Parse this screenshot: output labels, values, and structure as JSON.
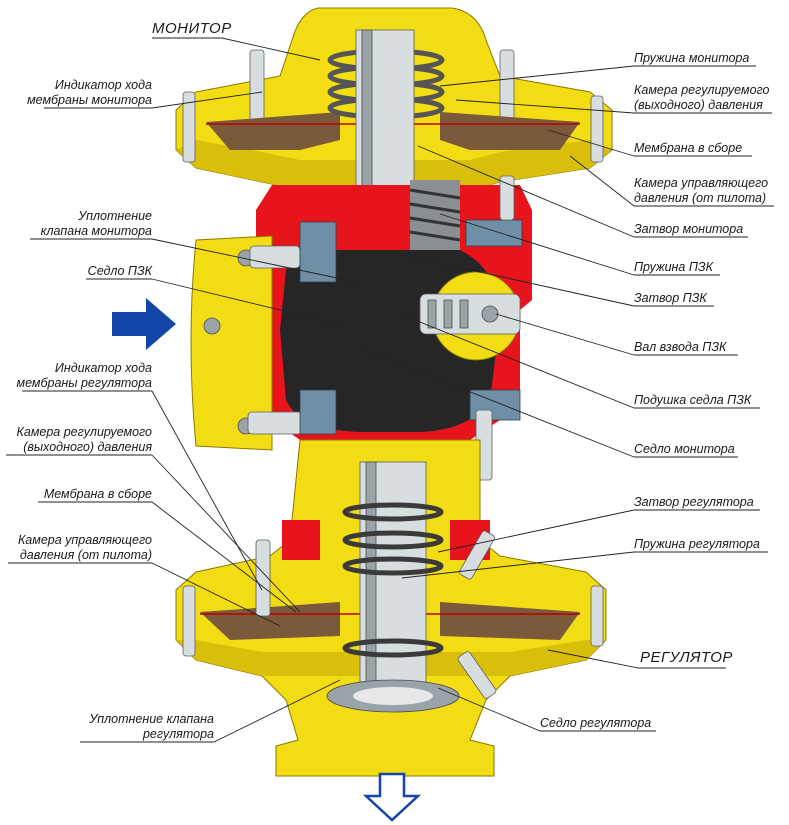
{
  "titles": {
    "monitor": "МОНИТОР",
    "regulator": "РЕГУЛЯТОР"
  },
  "labels_left": {
    "monitor_diaphragm_indicator_1": "Индикатор хода",
    "monitor_diaphragm_indicator_2": "мембраны монитора",
    "monitor_valve_seal_1": "Уплотнение",
    "monitor_valve_seal_2": "клапана монитора",
    "pzk_seat": "Седло ПЗК",
    "regulator_diaphragm_indicator_1": "Индикатор хода",
    "regulator_diaphragm_indicator_2": "мембраны регулятора",
    "regulated_pressure_chamber_1": "Камера регулируемого",
    "regulated_pressure_chamber_2": "(выходного) давления",
    "diaphragm_assembly": "Мембрана в сборе",
    "control_pressure_chamber_1": "Камера управляющего",
    "control_pressure_chamber_2": "давления (от пилота)",
    "regulator_valve_seal_1": "Уплотнение клапана",
    "regulator_valve_seal_2": "регулятора"
  },
  "labels_right": {
    "monitor_spring": "Пружина монитора",
    "regulated_pressure_chamber_1": "Камера регулируемого",
    "regulated_pressure_chamber_2": "(выходного) давления",
    "diaphragm_assembly": "Мембрана в сборе",
    "control_pressure_chamber_1": "Камера управляющего",
    "control_pressure_chamber_2": "давления (от пилота)",
    "monitor_shutter": "Затвор монитора",
    "pzk_spring": "Пружина ПЗК",
    "pzk_shutter": "Затвор ПЗК",
    "pzk_cocking_shaft": "Вал взвода ПЗК",
    "pzk_seat_cushion": "Подушка седла ПЗК",
    "monitor_seat": "Седло монитора",
    "regulator_shutter": "Затвор регулятора",
    "regulator_spring": "Пружина регулятора",
    "regulator_seat": "Седло регулятора"
  },
  "colors": {
    "body_yellow": "#f2dc14",
    "cut_red": "#e8141c",
    "inlet_arrow": "#1346a8",
    "outlet_arrow": "#1346a8"
  },
  "icons": {
    "inlet": "inlet-arrow-icon",
    "outlet": "outlet-arrow-icon"
  }
}
